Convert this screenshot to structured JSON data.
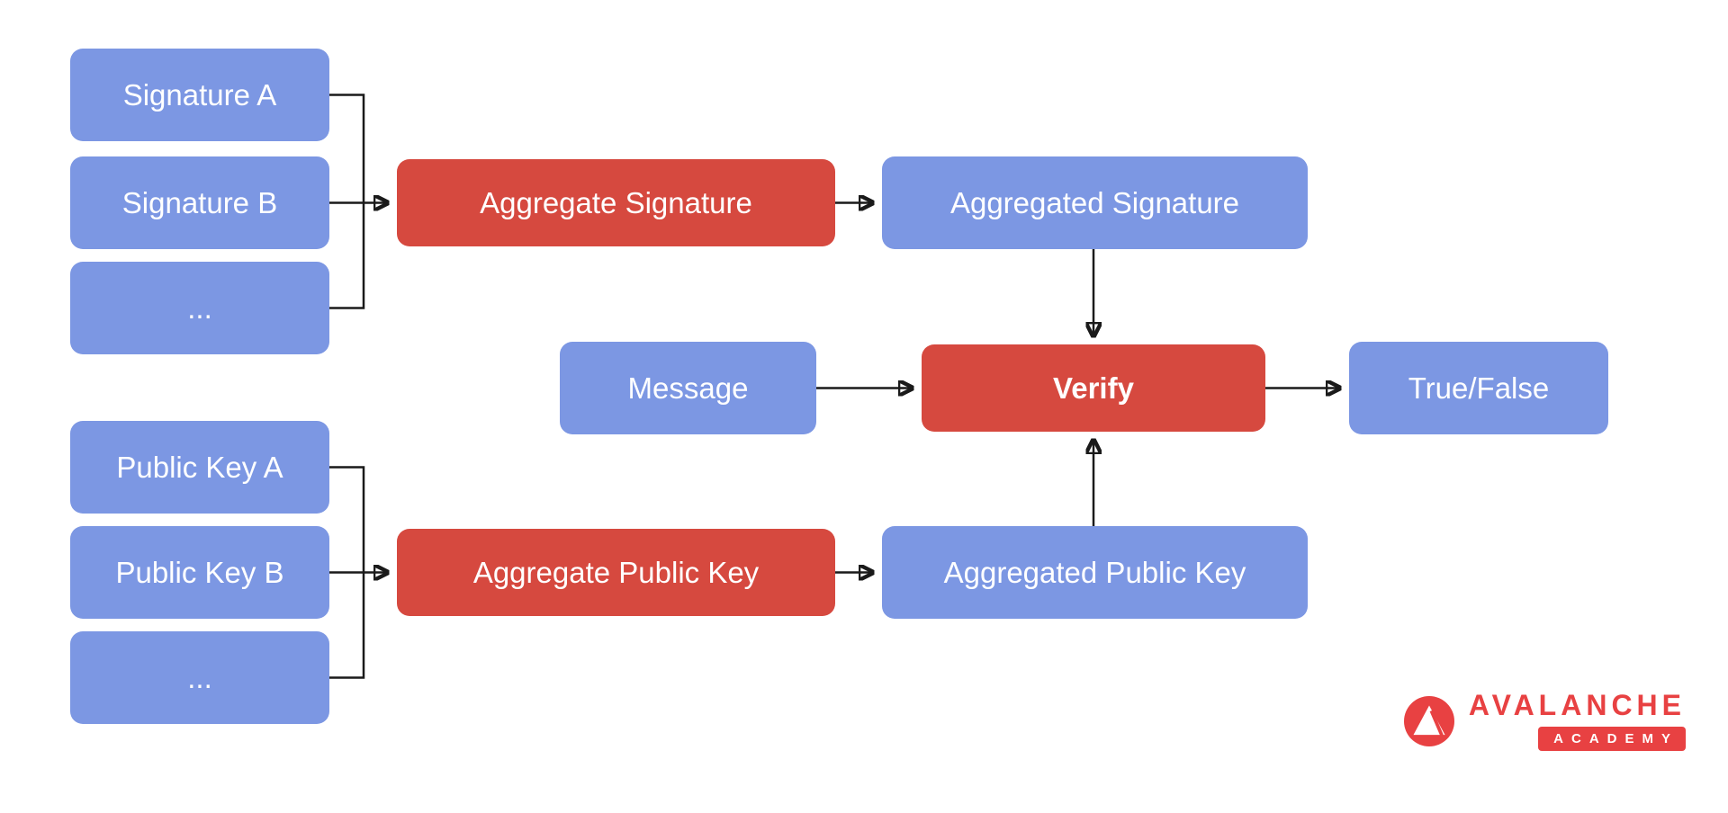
{
  "colors": {
    "node_blue": "#7c97e3",
    "node_red": "#d6493f",
    "brand_red": "#e84142",
    "arrow": "#1a1a1a",
    "background": "#ffffff"
  },
  "nodes": {
    "signature_a": "Signature A",
    "signature_b": "Signature B",
    "signature_more": "...",
    "aggregate_signature": "Aggregate Signature",
    "aggregated_signature": "Aggregated Signature",
    "message": "Message",
    "verify": "Verify",
    "true_false": "True/False",
    "public_key_a": "Public Key A",
    "public_key_b": "Public Key B",
    "public_key_more": "...",
    "aggregate_public_key": "Aggregate Public Key",
    "aggregated_public_key": "Aggregated Public Key"
  },
  "logo": {
    "brand": "AVALANCHE",
    "badge": "ACADEMY"
  }
}
